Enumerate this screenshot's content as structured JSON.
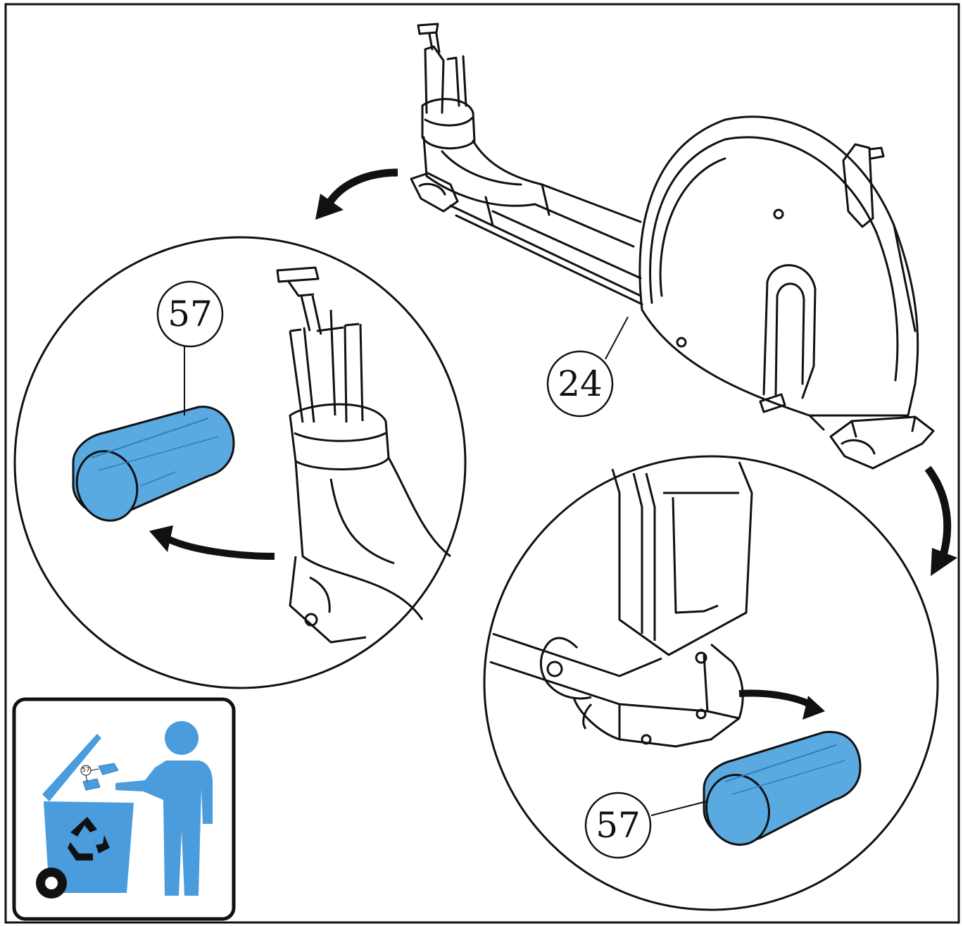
{
  "callouts": {
    "frame_part": "24",
    "cover_left": "57",
    "cover_right": "57",
    "cover_bin": "57"
  },
  "colors": {
    "part_fill": "#5aa9e0",
    "part_dark": "#2f7fc0",
    "line": "#111111",
    "icon_blue": "#4a9cdc"
  },
  "icons": {
    "dispose": "recycle-bin-icon"
  }
}
